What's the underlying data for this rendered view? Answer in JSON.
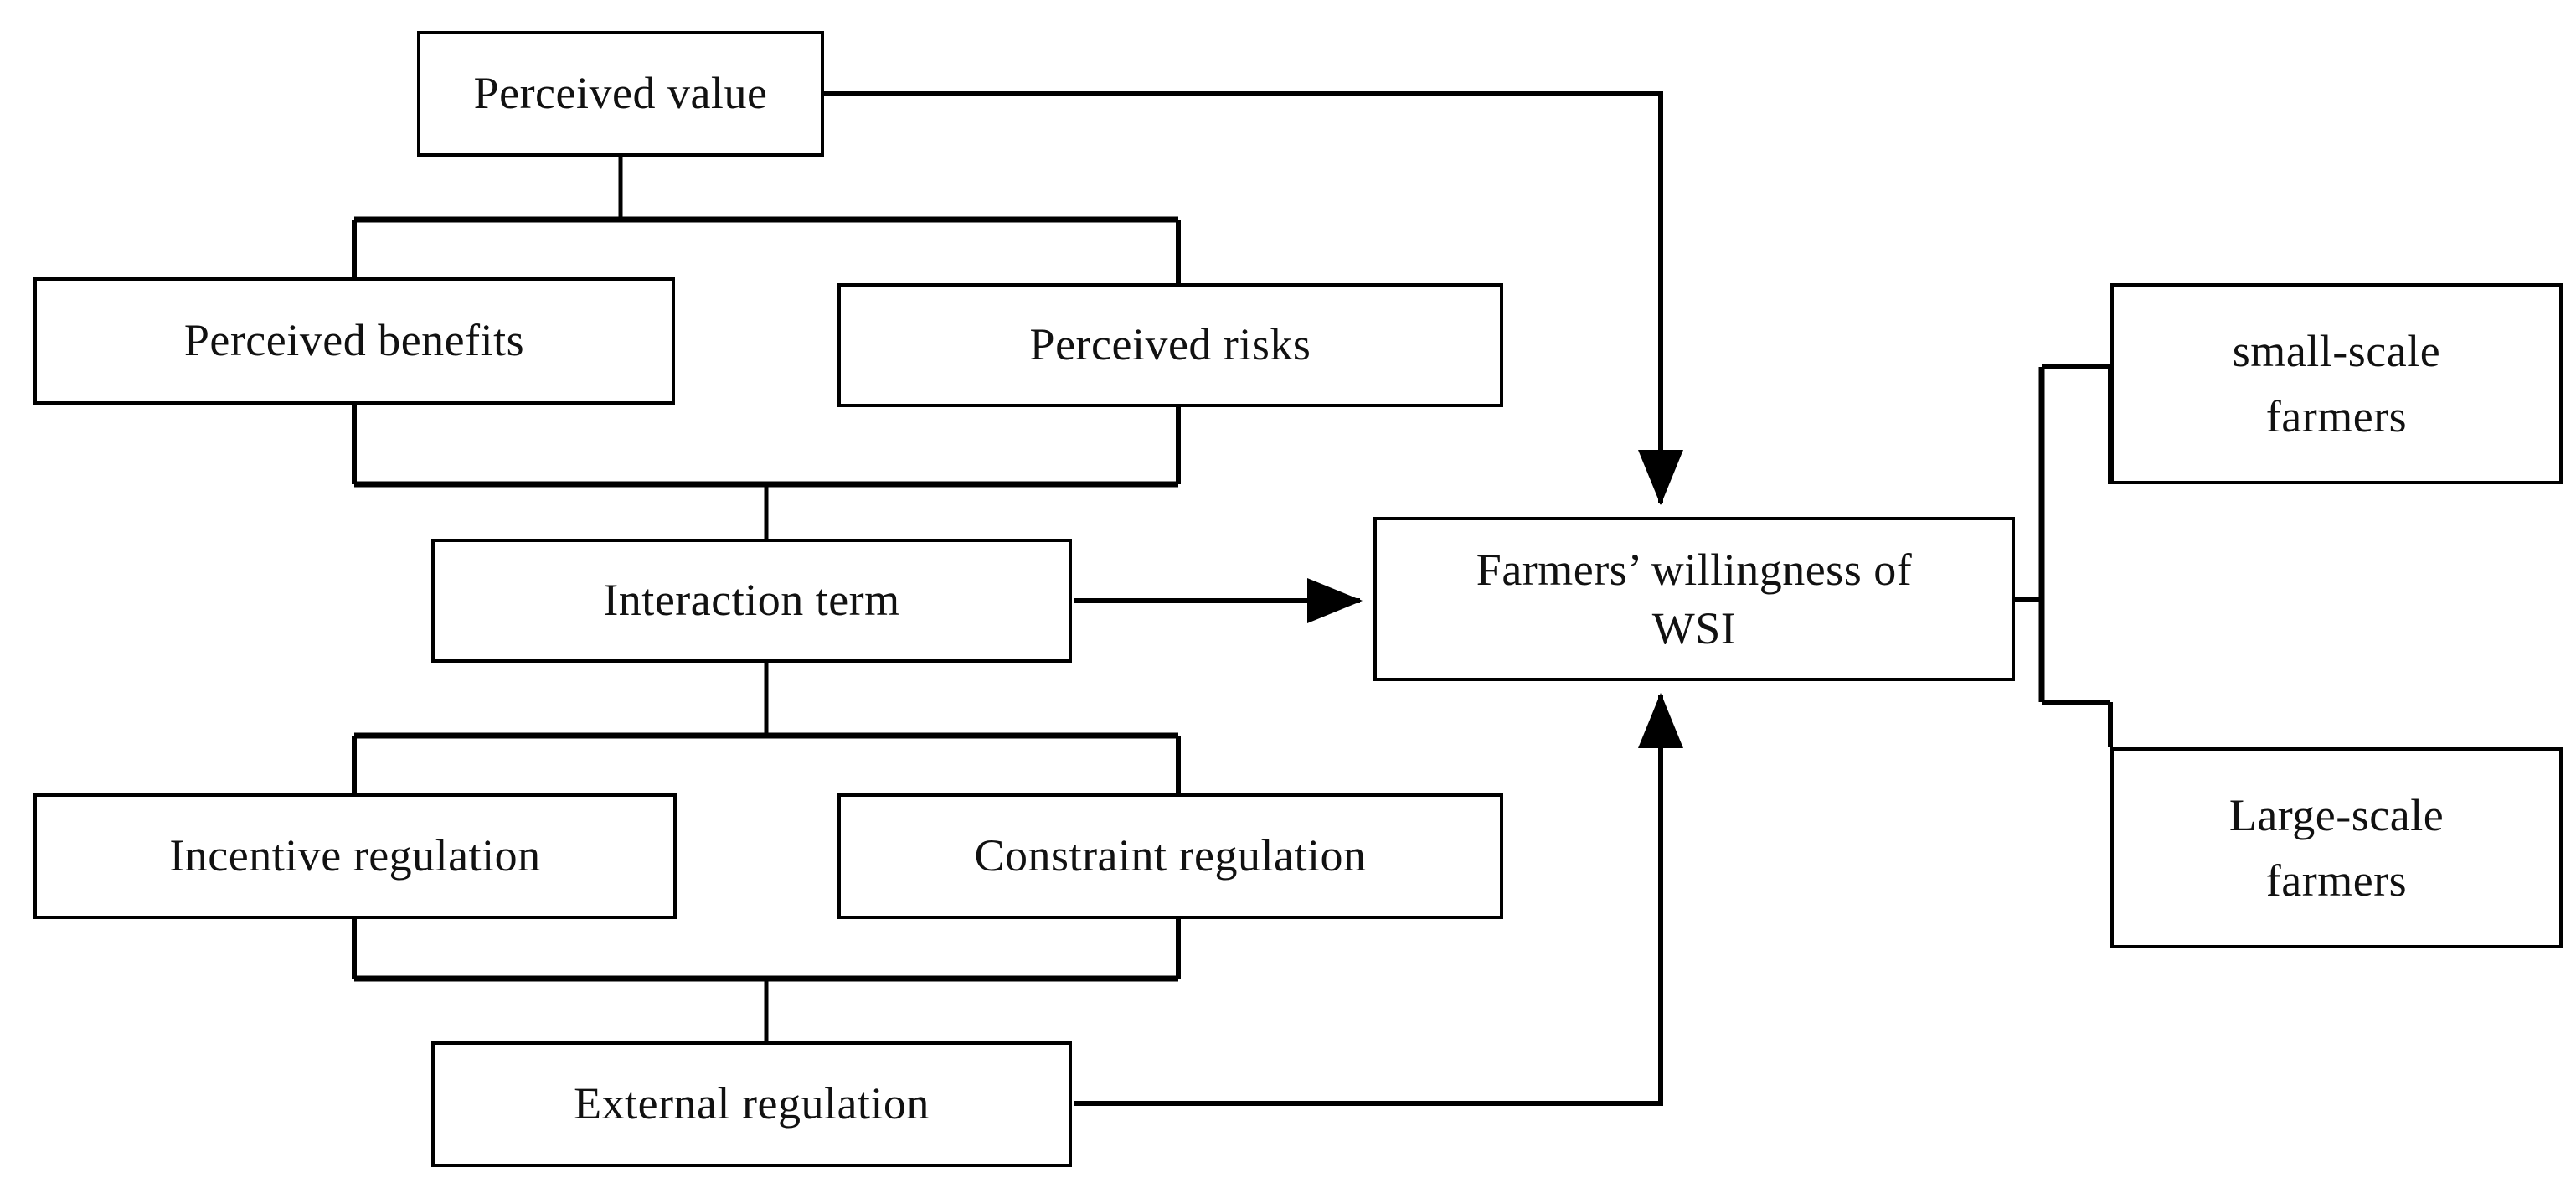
{
  "diagram": {
    "type": "flowchart",
    "title": "",
    "background_color": "#ffffff",
    "line_color": "#000000",
    "text_color": "#111111",
    "nodes": {
      "perceived_value": {
        "id": "perceived-value",
        "label": "Perceived value"
      },
      "perceived_benefits": {
        "id": "perceived-benefits",
        "label": "Perceived benefits"
      },
      "perceived_risks": {
        "id": "perceived-risks",
        "label": "Perceived risks"
      },
      "interaction_term": {
        "id": "interaction-term",
        "label": "Interaction term"
      },
      "incentive_regulation": {
        "id": "incentive-regulation",
        "label": "Incentive regulation"
      },
      "constraint_regulation": {
        "id": "constraint-regulation",
        "label": "Constraint regulation"
      },
      "external_regulation": {
        "id": "external-regulation",
        "label": "External regulation"
      },
      "farmers_willingness": {
        "id": "farmers-willingness-wsi",
        "label": "Farmers’ willingness of\nWSI"
      },
      "small_scale_farmers": {
        "id": "small-scale-farmers",
        "label": "small-scale\nfarmers"
      },
      "large_scale_farmers": {
        "id": "large-scale-farmers",
        "label": "Large-scale\nfarmers"
      }
    },
    "edges": [
      {
        "from": "perceived_value",
        "to": "perceived_benefits",
        "style": "bracket",
        "arrow": false
      },
      {
        "from": "perceived_value",
        "to": "perceived_risks",
        "style": "bracket",
        "arrow": false
      },
      {
        "from": "perceived_benefits",
        "to": "interaction_term",
        "style": "bracket",
        "arrow": false
      },
      {
        "from": "perceived_risks",
        "to": "interaction_term",
        "style": "bracket",
        "arrow": false
      },
      {
        "from": "interaction_term",
        "to": "incentive_regulation",
        "style": "bracket",
        "arrow": false
      },
      {
        "from": "interaction_term",
        "to": "constraint_regulation",
        "style": "bracket",
        "arrow": false
      },
      {
        "from": "incentive_regulation",
        "to": "external_regulation",
        "style": "bracket",
        "arrow": false
      },
      {
        "from": "constraint_regulation",
        "to": "external_regulation",
        "style": "bracket",
        "arrow": false
      },
      {
        "from": "perceived_value",
        "to": "farmers_willingness",
        "style": "elbow-down",
        "arrow": true
      },
      {
        "from": "interaction_term",
        "to": "farmers_willingness",
        "style": "straight",
        "arrow": true
      },
      {
        "from": "external_regulation",
        "to": "farmers_willingness",
        "style": "elbow-up",
        "arrow": true
      },
      {
        "from": "farmers_willingness",
        "to": "small_scale_farmers",
        "style": "bracket-right",
        "arrow": false
      },
      {
        "from": "farmers_willingness",
        "to": "large_scale_farmers",
        "style": "bracket-right",
        "arrow": false
      }
    ]
  }
}
